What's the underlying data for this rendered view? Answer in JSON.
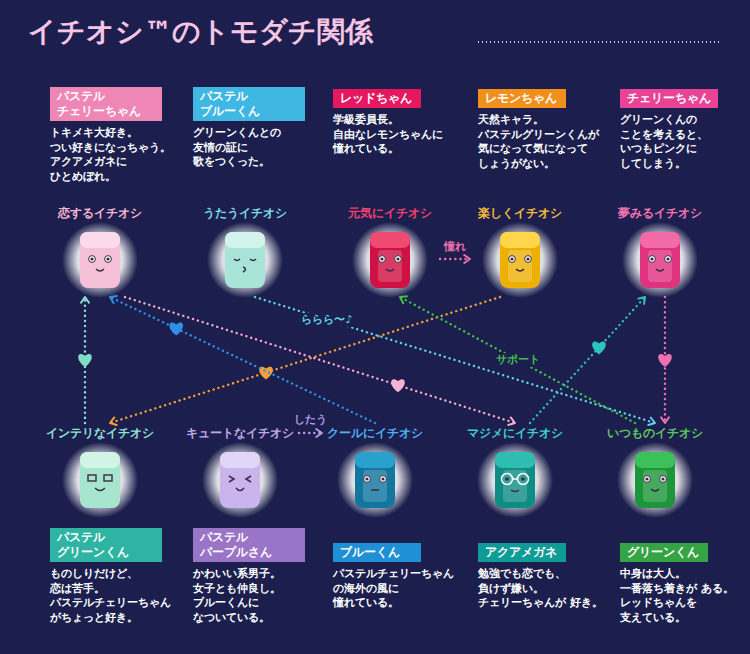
{
  "diagram": {
    "title": "イチオシ™のトモダチ関係",
    "nodes": [
      {
        "text": [
          "パステル チェリーちゃん",
          "トキメキ大好き。 つい好きになっちゃう。 アクアメガネに ひとめぼれ。",
          "恋するイチオシ"
        ]
      },
      {
        "text": [
          "パステル ブルーくん",
          "グリーンくんとの 友情の証に 歌をつくった。",
          "うたうイチオシ"
        ]
      },
      {
        "text": [
          "レッドちゃん",
          "学級委員長。 自由なレモンちゃんに 憧れている。",
          "元気にイチオシ"
        ]
      },
      {
        "text": [
          "レモンちゃん",
          "天然キャラ。 パステルグリーンくんが 気になって気になって しょうがない。",
          "楽しくイチオシ"
        ]
      },
      {
        "text": [
          "チェリーちゃん",
          "グリーンくんの ことを考えると、 いつもピンクに してしまう。",
          "夢みるイチオシ"
        ]
      },
      {
        "text": [
          "インテリなイチオシ",
          "パステル グリーンくん",
          "ものしりだけど、 恋は苦手。 パステルチェリーちゃん がちょっと好き。"
        ]
      },
      {
        "text": [
          "キュートなイチオシ",
          "パステル パープルさん",
          "かわいい系男子。 女子とも仲良し。 ブルーくんに なついている。"
        ]
      },
      {
        "text": [
          "クールにイチオシ",
          "ブルーくん",
          "パステルチェリーちゃん の海外の風に 憧れている。"
        ]
      },
      {
        "text": [
          "マジメにイチオシ",
          "アクアメガネ",
          "勉強でも恋でも、 負けず嫌い。 チェリーちゃんが 好き。"
        ]
      },
      {
        "text": [
          "いつものイチオシ",
          "グリーンくん",
          "中身は大人。 一番落ち着きが ある。レッドちゃんを 支えている。"
        ]
      }
    ],
    "edges": [
      {
        "from": 2,
        "to": 3,
        "label": "憧れ",
        "arrow": "to"
      },
      {
        "from": 3,
        "to": 5,
        "arrow": "to"
      },
      {
        "from": 5,
        "to": 0,
        "arrow": "to"
      },
      {
        "from": 7,
        "to": 0,
        "arrow": "to"
      },
      {
        "from": 0,
        "to": 8,
        "arrow": "to"
      },
      {
        "from": 1,
        "to": 9,
        "label": "ららら〜♪",
        "arrow": "to"
      },
      {
        "from": 6,
        "to": 7,
        "label": "したう",
        "arrow": "to"
      },
      {
        "from": 8,
        "to": 4,
        "arrow": "to"
      },
      {
        "from": 4,
        "to": 9,
        "arrow": "to"
      },
      {
        "from": 9,
        "to": 2,
        "label": "サポート",
        "arrow": "to"
      }
    ]
  }
}
